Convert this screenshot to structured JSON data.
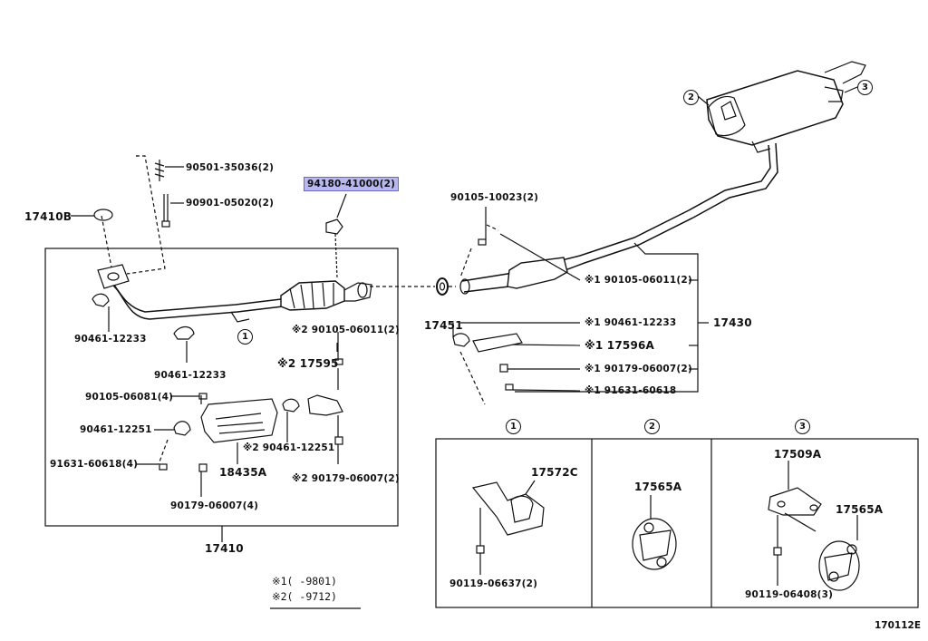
{
  "labels": {
    "p_90501_35036": "90501-35036(2)",
    "p_90901_05020": "90901-05020(2)",
    "p_94180_41000": "94180-41000(2)",
    "p_17410B": "17410B",
    "p_90461_12233_a": "90461-12233",
    "p_90461_12233_b": "90461-12233",
    "p_90105_06081": "90105-06081(4)",
    "p_90461_12251_a": "90461-12251",
    "p_91631_60618_a": "91631-60618(4)",
    "p_18435A": "18435A",
    "p_90179_06007_a": "90179-06007(4)",
    "p_17410": "17410",
    "p_90105_06011_a": "※2 90105-06011(2)",
    "p_17595": "※2 17595",
    "p_90461_12251_b": "※2 90461-12251",
    "p_90179_06007_b": "※2 90179-06007(2)",
    "p_17451": "17451",
    "p_90105_10023": "90105-10023(2)",
    "p_90105_06011_b": "※1 90105-06011(2)",
    "p_90461_12233_c": "※1 90461-12233",
    "p_17430": "17430",
    "p_17596A": "※1 17596A",
    "p_90179_06007_c": "※1 90179-06007(2)",
    "p_91631_60618_b": "※1 91631-60618",
    "p_17572C": "17572C",
    "p_90119_06637": "90119-06637(2)",
    "p_17565A_a": "17565A",
    "p_17509A": "17509A",
    "p_17565A_b": "17565A",
    "p_90119_06408": "90119-06408(3)"
  },
  "callouts": {
    "c1": "1",
    "c2": "2",
    "c3": "3"
  },
  "notes": {
    "n1": "※1(   -9801)",
    "n2": "※2(   -9712)"
  },
  "diagram_code": "170112E",
  "colors": {
    "highlight": "#b9b8ee",
    "ink": "#111111"
  }
}
